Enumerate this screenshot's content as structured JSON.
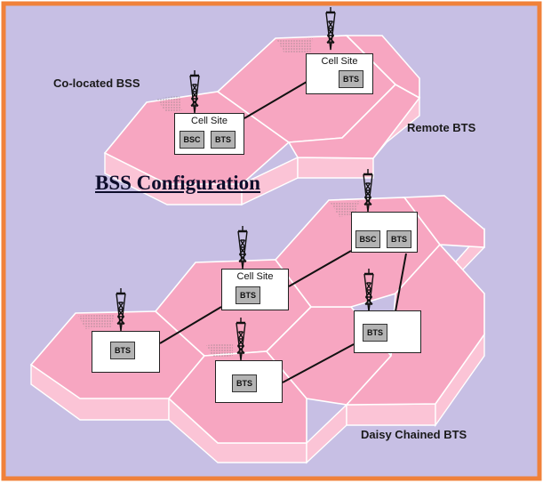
{
  "title": "BSS Configuration",
  "labels": {
    "colocated": "Co-located BSS",
    "remote": "Remote BTS",
    "daisy": "Daisy Chained BTS"
  },
  "site_caption": "Cell Site",
  "units": {
    "bsc": "BSC",
    "bts": "BTS"
  },
  "colors": {
    "background": "#c7bfe4",
    "frame": "#f0813a",
    "cell_top": "#f7a6c1",
    "cell_side": "#fbc4d6",
    "cell_outline": "#ffffff",
    "box_fill": "#b3b3b3"
  }
}
